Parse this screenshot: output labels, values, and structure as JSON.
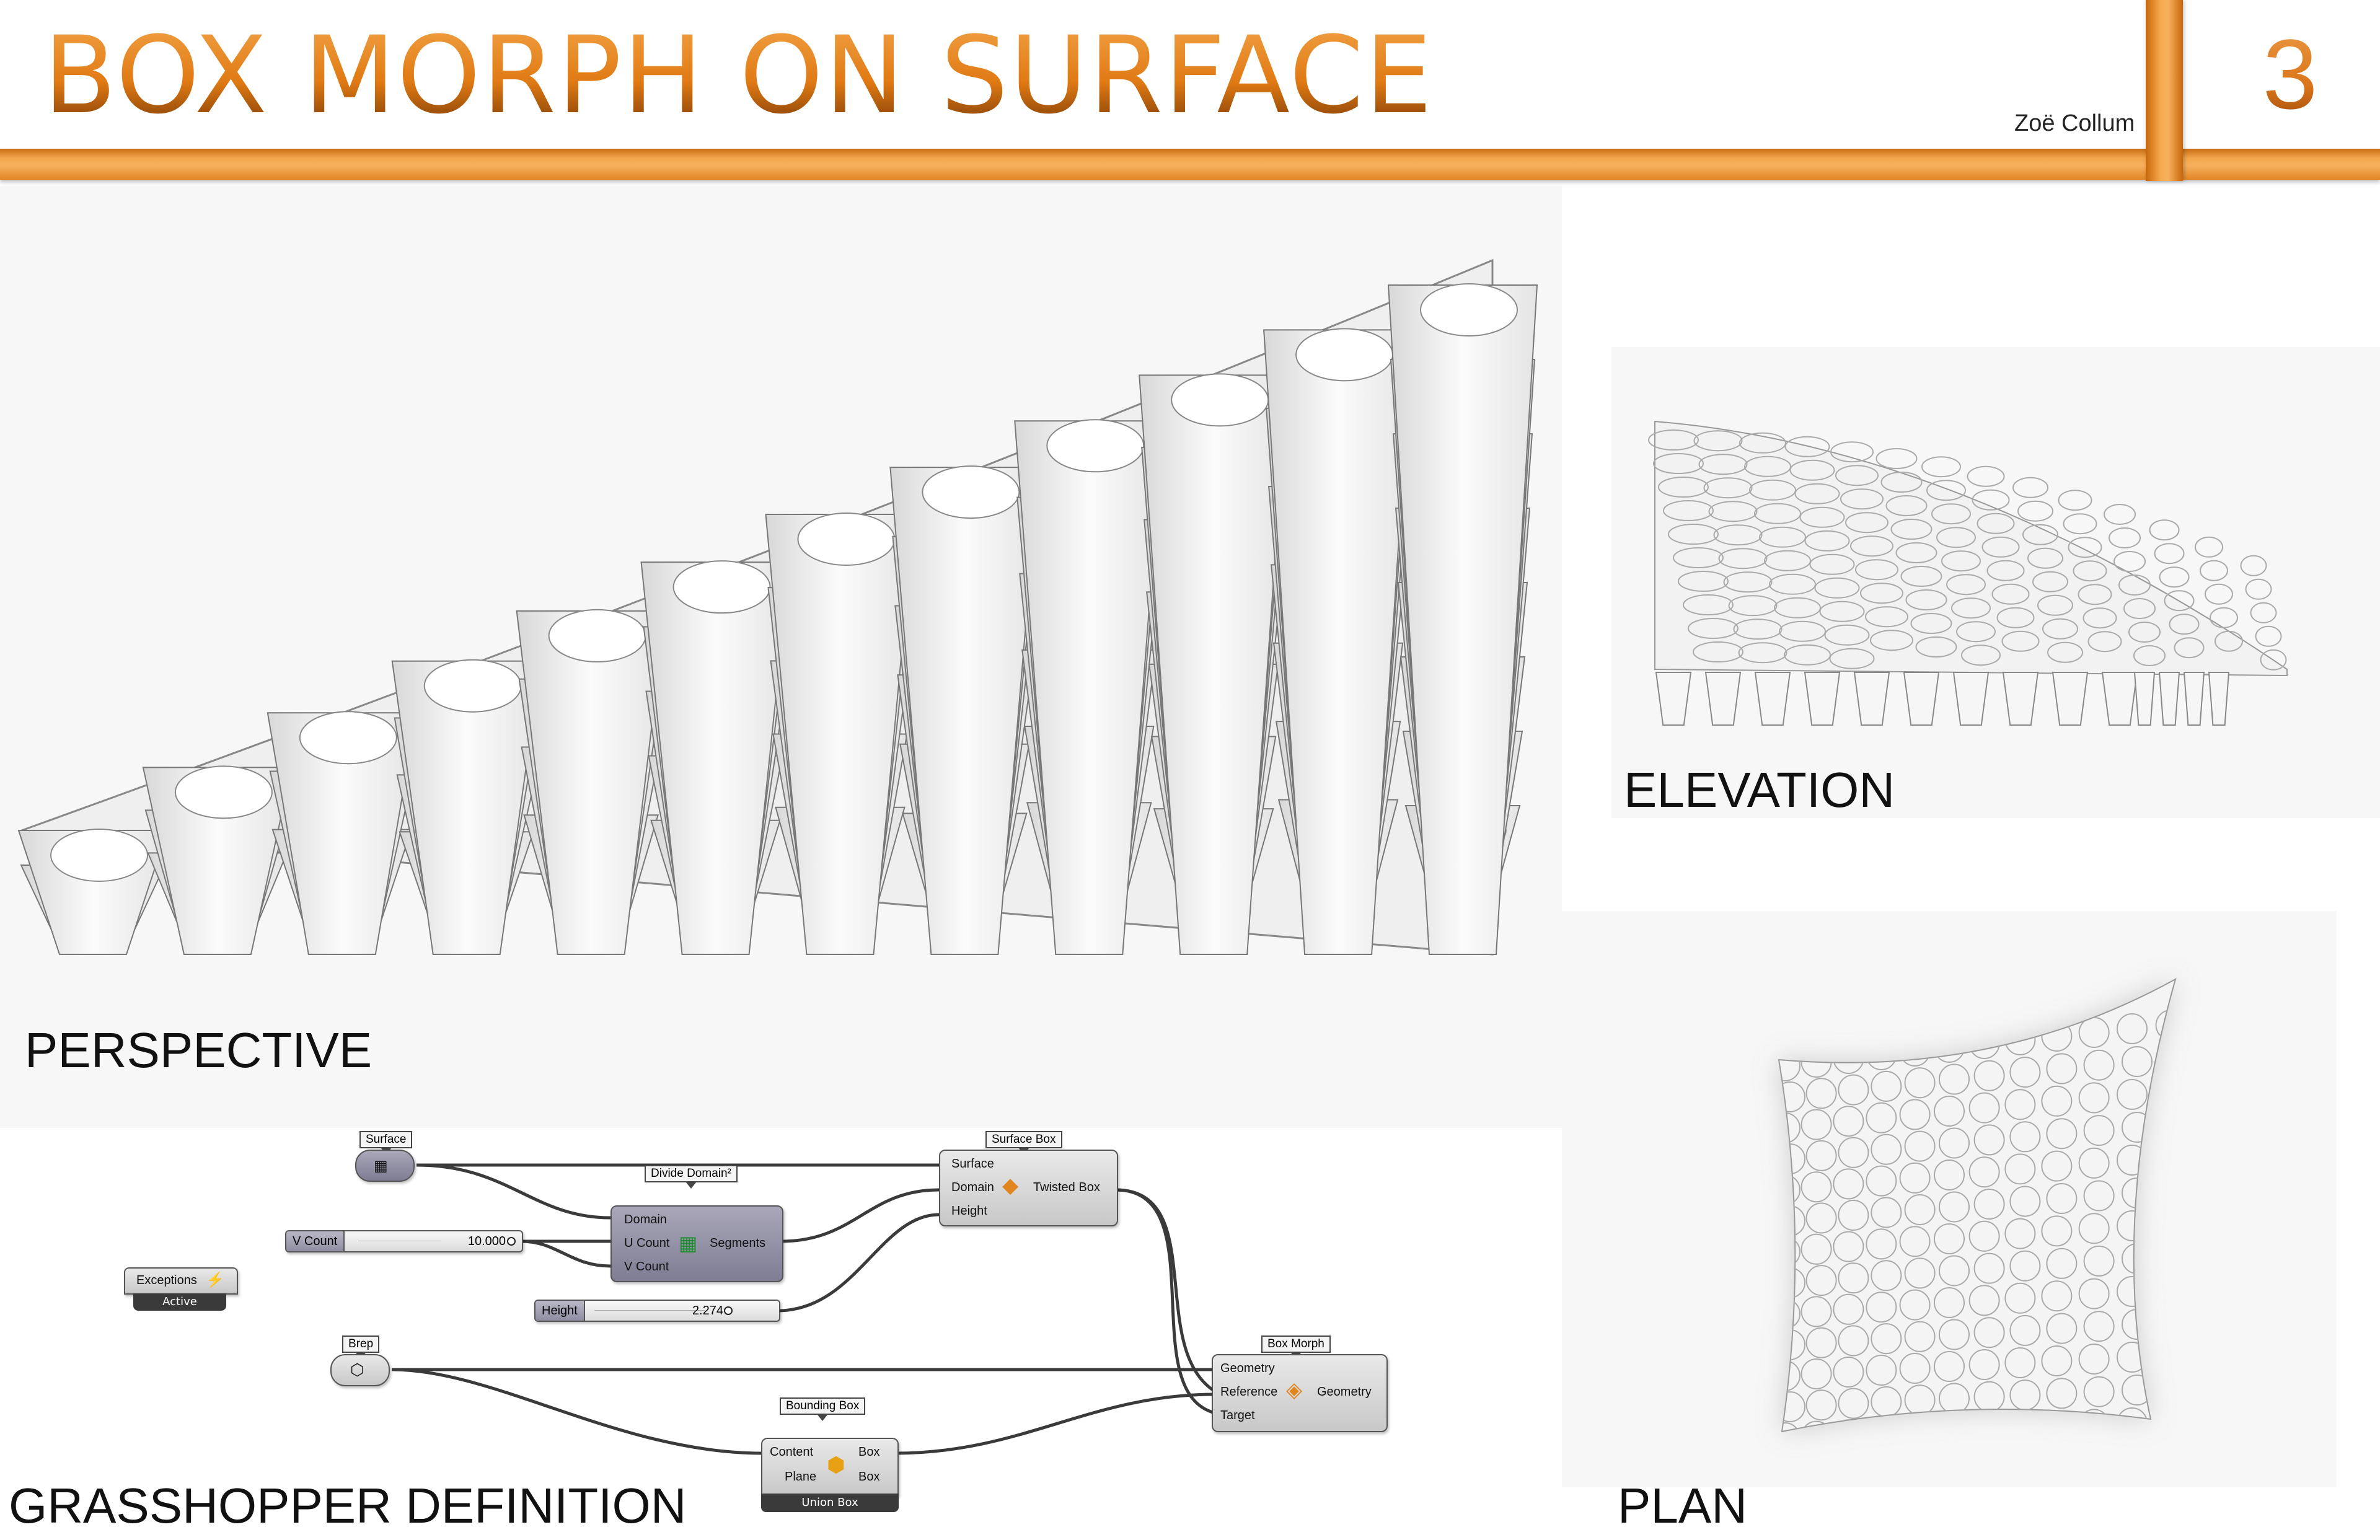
{
  "header": {
    "title": "BOX MORPH ON SURFACE",
    "author": "Zoë Collum",
    "page_number": "3"
  },
  "labels": {
    "perspective": "PERSPECTIVE",
    "elevation": "ELEVATION",
    "plan": "PLAN",
    "grasshopper": "GRASSHOPPER DEFINITION"
  },
  "grasshopper": {
    "surface_tag": "Surface",
    "divide_domain_tag": "Divide Domain²",
    "divide_domain_inputs": [
      "Domain",
      "U Count",
      "V Count"
    ],
    "divide_domain_output": "Segments",
    "surface_box_tag": "Surface Box",
    "surface_box_inputs": [
      "Surface",
      "Domain",
      "Height"
    ],
    "surface_box_output": "Twisted Box",
    "vcount_slider": {
      "name": "V Count",
      "value": "10.000"
    },
    "height_slider": {
      "name": "Height",
      "value": "2.274"
    },
    "exceptions": {
      "label": "Exceptions",
      "status": "Active"
    },
    "brep_tag": "Brep",
    "box_morph_tag": "Box Morph",
    "box_morph_inputs": [
      "Geometry",
      "Reference",
      "Target"
    ],
    "box_morph_output": "Geometry",
    "bounding_box_tag": "Bounding Box",
    "bounding_box_inputs": [
      "Content",
      "Plane"
    ],
    "bounding_box_outputs": [
      "Box",
      "Box"
    ],
    "bounding_box_footer": "Union Box"
  },
  "colors": {
    "accent_orange": "#f39a3c",
    "accent_dark": "#c86c14"
  }
}
